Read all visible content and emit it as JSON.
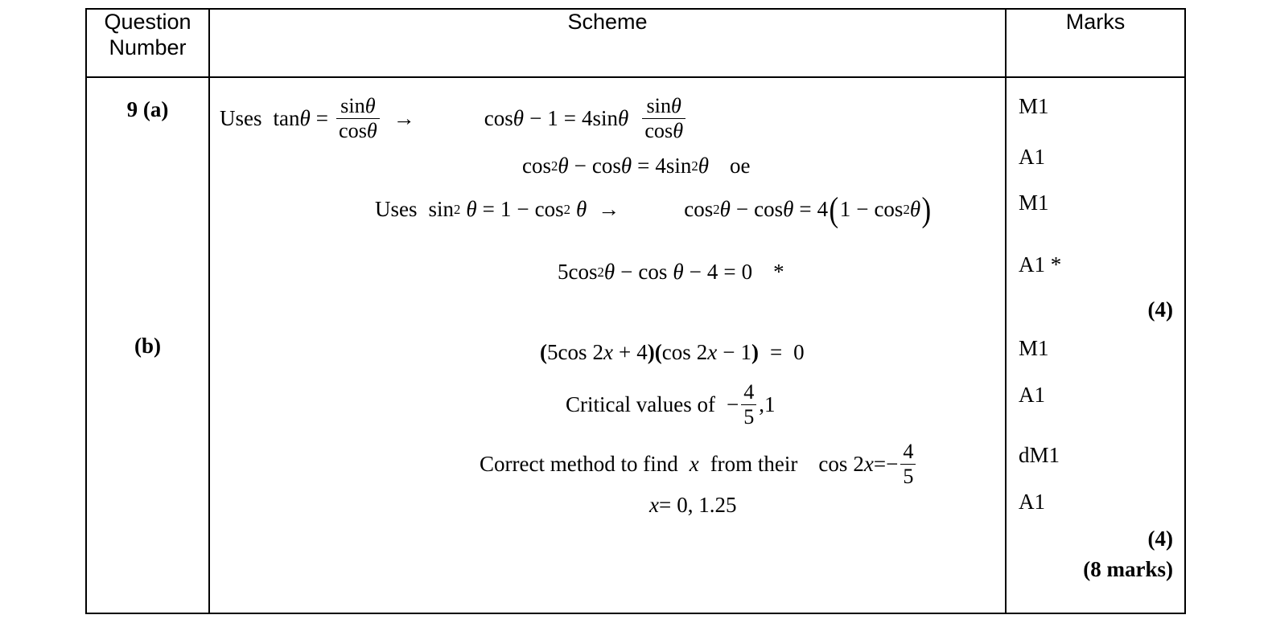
{
  "table": {
    "headers": {
      "question_number": "Question\nNumber",
      "question_number_line1": "Question",
      "question_number_line2": "Number",
      "scheme": "Scheme",
      "marks": "Marks"
    },
    "question_labels": {
      "part_a": "9 (a)",
      "part_b": "(b)"
    },
    "scheme_lines": {
      "a_line1_lead": "Uses",
      "a_line1_identity": "tanθ = sinθ / cosθ",
      "a_line1_arrow": "→",
      "a_line1_result": "cosθ − 1 = 4sinθ sinθ/cosθ",
      "a_line2": "cos²θ − cosθ = 4sin²θ",
      "a_line2_note": "oe",
      "a_line3_lead": "Uses",
      "a_line3_identity": "sin² θ = 1 − cos² θ",
      "a_line3_arrow": "→",
      "a_line3_result": "cos²θ − cosθ = 4(1 − cos²θ)",
      "a_line4": "5cos²θ − cosθ − 4 = 0",
      "a_line4_star": "*",
      "b_line1": "(5cos 2x + 4)(cos 2x − 1) = 0",
      "b_line2_text": "Critical values of",
      "b_line2_values": "−4/5 , 1",
      "b_line3_text": "Correct method to find x from their",
      "b_line3_eq": "cos 2x = −4/5",
      "b_line4": "x = 0, 1.25"
    },
    "tokens": {
      "uses": "Uses",
      "tan": "tan",
      "sin": "sin",
      "cos": "cos",
      "theta": "θ",
      "equals": "=",
      "minus": "−",
      "plus": "+",
      "arrow": "→",
      "two": "2",
      "four": "4",
      "five": "5",
      "one": "1",
      "zero": "0",
      "x": "x",
      "oe": "oe",
      "star": "*",
      "sup2": "2",
      "comma": ",",
      "critical_values_of": "Critical values of",
      "correct_method_to_find": "Correct method to find",
      "from_their": "from their",
      "x_equals_values": "0, 1.25",
      "open_paren": "(",
      "close_paren": ")"
    },
    "marks_column": {
      "a_m1": "M1",
      "a_a1": "A1",
      "a_m1b": "M1",
      "a_a1_star": "A1 *",
      "a_total": "(4)",
      "b_m1": "M1",
      "b_a1": "A1",
      "b_dm1": "dM1",
      "b_a1b": "A1",
      "b_total": "(4)",
      "grand_total": "(8 marks)"
    }
  },
  "colors": {
    "border": "#000000",
    "text": "#000000",
    "background": "#ffffff"
  }
}
